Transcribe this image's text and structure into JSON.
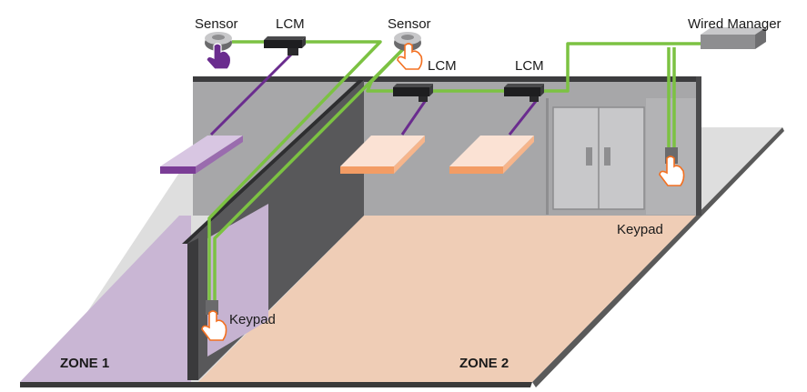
{
  "labels": {
    "sensor_left": "Sensor",
    "lcm_left": "LCM",
    "sensor_right": "Sensor",
    "lcm_center": "LCM",
    "lcm_right": "LCM",
    "wired_manager": "Wired Manager",
    "keypad_right": "Keypad",
    "keypad_left": "Keypad",
    "zone1": "ZONE 1",
    "zone2": "ZONE 2"
  },
  "colors": {
    "wire_green": "#7cc242",
    "wire_purple": "#6a2c8e",
    "zone1_floor": "#c9b6d4",
    "zone2_floor": "#efcdb6",
    "wall": "#a3a3a5",
    "wall_dark": "#58585a",
    "light_purple": "#d8c6e2",
    "light_orange": "#fbe2d4",
    "hand_orange": "#f37021",
    "hand_purple": "#6a2c8e"
  }
}
